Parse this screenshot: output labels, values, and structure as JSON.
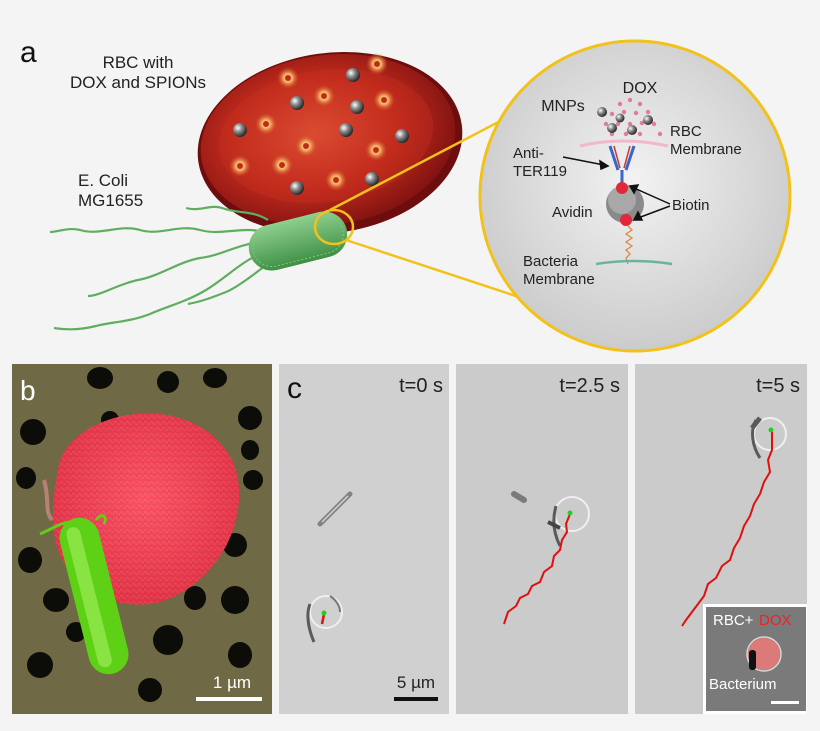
{
  "panel_a": {
    "letter": "a",
    "rbc_label_line1": "RBC with",
    "rbc_label_line2": "DOX and SPIONs",
    "ecoli_label_line1": "E. Coli",
    "ecoli_label_line2": "MG1655",
    "zoom": {
      "dox": "DOX",
      "mnps": "MNPs",
      "rbc_membrane_line1": "RBC",
      "rbc_membrane_line2": "Membrane",
      "anti_line1": "Anti-",
      "anti_line2": "TER119",
      "avidin": "Avidin",
      "biotin": "Biotin",
      "bacteria_membrane_line1": "Bacteria",
      "bacteria_membrane_line2": "Membrane"
    },
    "colors": {
      "rbc": "#b82418",
      "ecoli": "#5fae5f",
      "zoom_ring": "#f2c21a",
      "dox_dots": "#e07aa0",
      "antibody": "#3a66c6"
    }
  },
  "panel_b": {
    "letter": "b",
    "scale_bar": "1 µm"
  },
  "panel_c": {
    "letter": "c",
    "frames": [
      {
        "time": "t=0 s"
      },
      {
        "time": "t=2.5 s"
      },
      {
        "time": "t=5 s"
      }
    ],
    "scale_bar": "5 µm",
    "inset": {
      "label_prefix": "RBC+",
      "label_dox": "DOX",
      "label_bottom": "Bacterium"
    },
    "colors": {
      "trajectory": "#e01010",
      "start_dot": "#20d020"
    }
  }
}
